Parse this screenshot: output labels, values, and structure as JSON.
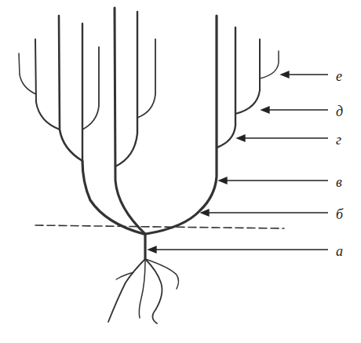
{
  "diagram": {
    "labels": [
      "е",
      "д",
      "г",
      "в",
      "б",
      "а"
    ]
  }
}
